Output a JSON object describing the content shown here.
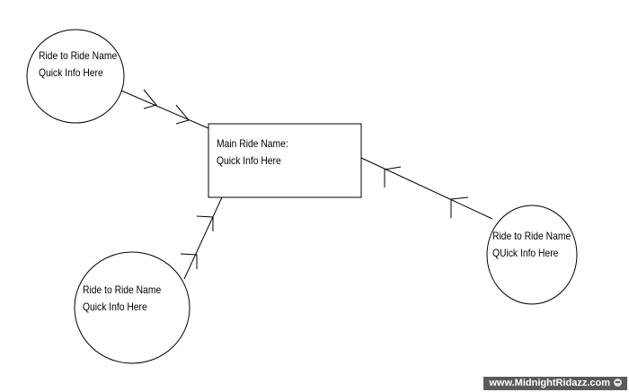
{
  "main_node": {
    "title": "Main Ride Name:",
    "subtitle": "Quick Info Here"
  },
  "nodes": [
    {
      "title": "Ride to Ride Name",
      "subtitle": "Quick Info Here"
    },
    {
      "title": "Ride to Ride Name",
      "subtitle": "Quick Info Here"
    },
    {
      "title": "Ride to Ride Name",
      "subtitle": "QUick Info Here"
    }
  ],
  "watermark": "www.MidnightRidazz.com",
  "colors": {
    "stroke": "#000000",
    "background": "#ffffff",
    "watermark_bg": "#5a5a5a"
  }
}
